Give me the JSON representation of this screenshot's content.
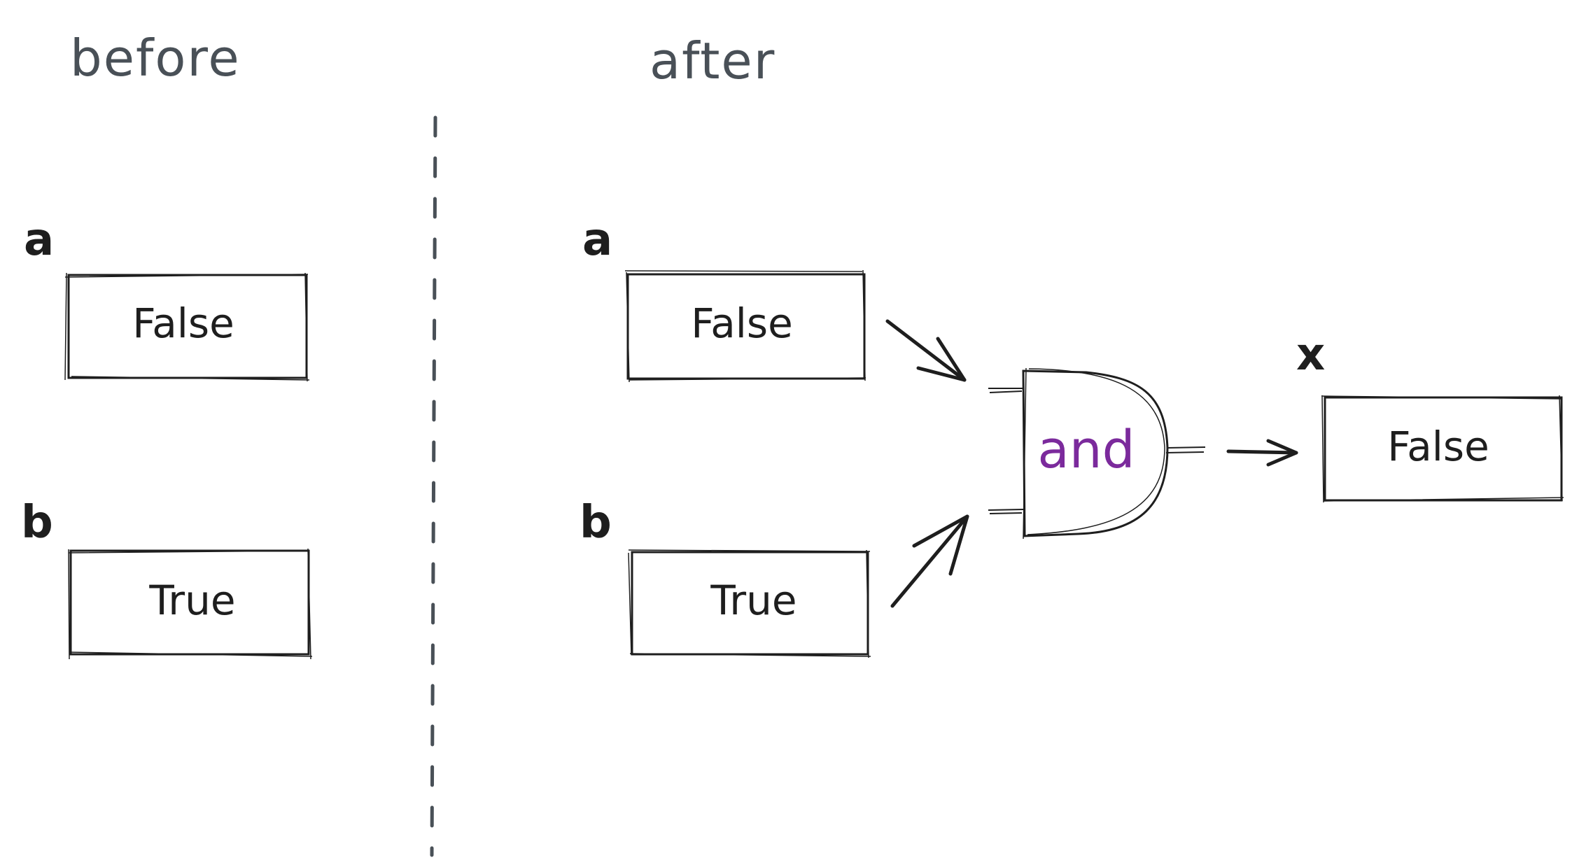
{
  "sections": {
    "before": "before",
    "after": "after"
  },
  "before": {
    "a": {
      "label": "a",
      "value": "False"
    },
    "b": {
      "label": "b",
      "value": "True"
    }
  },
  "after": {
    "a": {
      "label": "a",
      "value": "False"
    },
    "b": {
      "label": "b",
      "value": "True"
    },
    "gate": {
      "label": "and"
    },
    "x": {
      "label": "x",
      "value": "False"
    }
  },
  "colors": {
    "ink": "#1e1e1e",
    "heading": "#495057",
    "divider": "#495057",
    "gate_text": "#7b2a9c",
    "background": "#ffffff"
  }
}
